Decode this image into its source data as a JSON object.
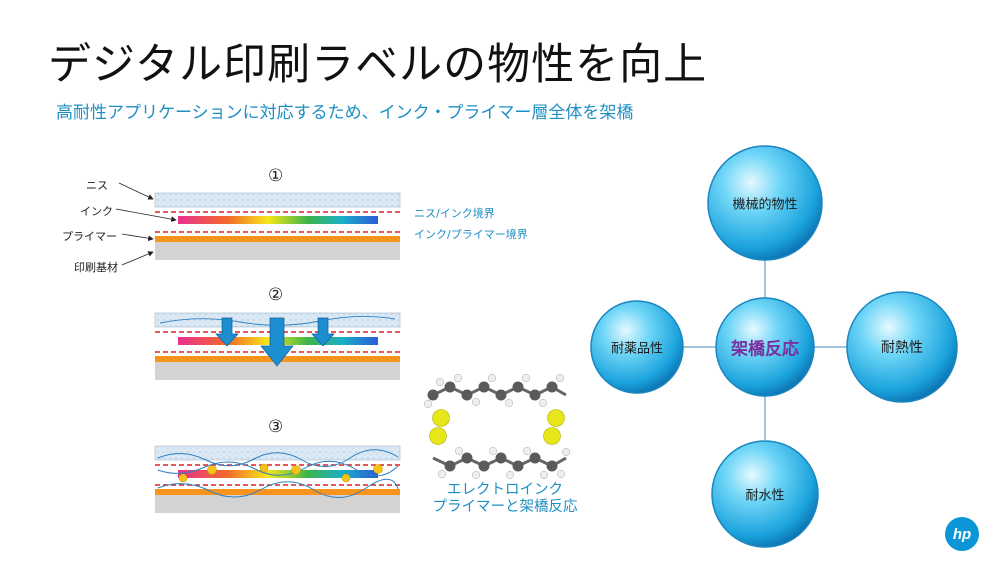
{
  "slide": {
    "title": "デジタル印刷ラベルの物性を向上",
    "subtitle": "高耐性アプリケーションに対応するため、インク・プライマー層全体を架橋"
  },
  "layers": {
    "varnish": "ニス",
    "ink": "インク",
    "primer": "プライマー",
    "substrate": "印刷基材",
    "boundary_varnish_ink": "ニス/インク境界",
    "boundary_ink_primer": "インク/プライマー境界"
  },
  "steps": {
    "s1": "①",
    "s2": "②",
    "s3": "③"
  },
  "caption": {
    "line1": "エレクトロインク",
    "line2": "プライマーと架橋反応"
  },
  "diagram": {
    "center": "架橋反応",
    "top": "機械的物性",
    "left": "耐薬品性",
    "right": "耐熱性",
    "bottom": "耐水性"
  },
  "logo": {
    "text": "hp"
  },
  "colors": {
    "accent": "#1e8fc4",
    "center_text": "#7a2f9e",
    "bubble": "#28b6ea",
    "primer": "#f7941d",
    "boundary": "#e02020"
  }
}
